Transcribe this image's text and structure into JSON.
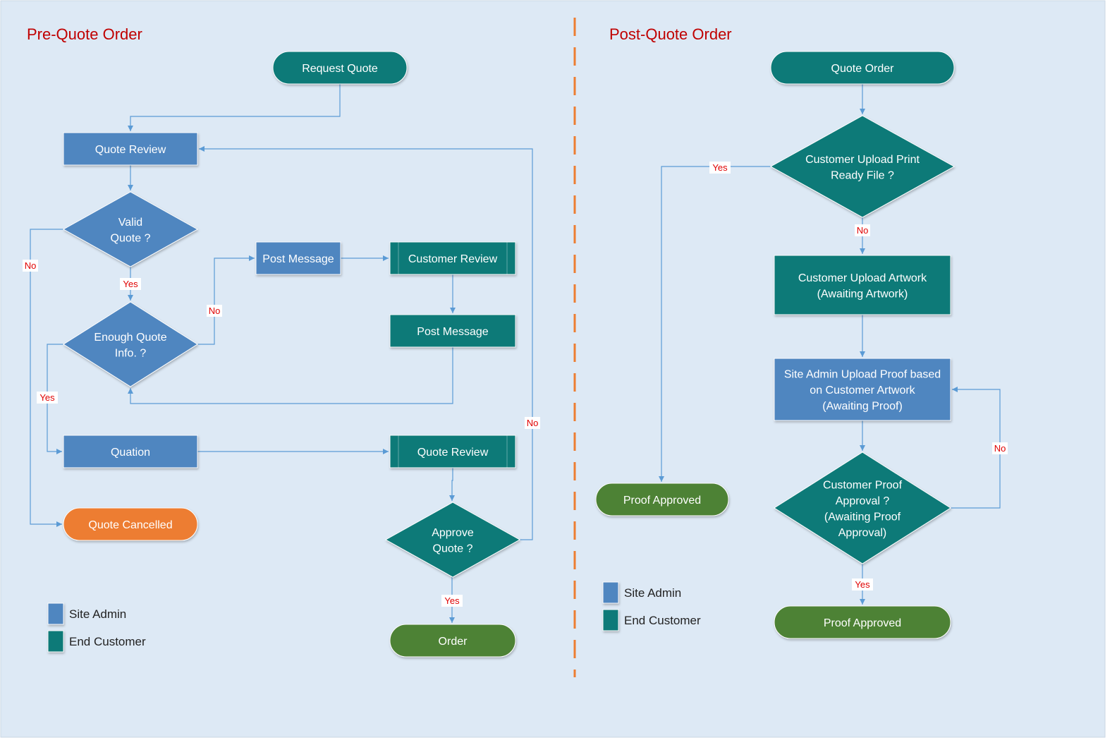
{
  "colors": {
    "background": "#dde9f5",
    "site_admin": "#4f86c0",
    "end_customer": "#0d7a78",
    "cancelled": "#ed7d31",
    "approved": "#4e8236",
    "edge": "#5b9bd5",
    "title": "#c00000",
    "label": "#e00000",
    "divider": "#ed7d31"
  },
  "sections": {
    "pre": {
      "title": "Pre-Quote Order"
    },
    "post": {
      "title": "Post-Quote Order"
    }
  },
  "nodes": {
    "request_quote": {
      "label": "Request Quote",
      "lines": [
        "Request Quote"
      ],
      "shape": "terminator",
      "role": "end_customer"
    },
    "quote_review_admin": {
      "label": "Quote Review",
      "lines": [
        "Quote Review"
      ],
      "shape": "process",
      "role": "site_admin"
    },
    "valid_quote": {
      "label": "Valid Quote ?",
      "lines": [
        "Valid",
        "Quote ?"
      ],
      "shape": "decision",
      "role": "site_admin"
    },
    "enough_info": {
      "label": "Enough Quote Info. ?",
      "lines": [
        "Enough Quote",
        "Info. ?"
      ],
      "shape": "decision",
      "role": "site_admin"
    },
    "post_message_admin": {
      "label": "Post Message",
      "lines": [
        "Post Message"
      ],
      "shape": "process",
      "role": "site_admin"
    },
    "customer_review": {
      "label": "Customer Review",
      "lines": [
        "Customer Review"
      ],
      "shape": "subprocess",
      "role": "end_customer"
    },
    "post_message_customer": {
      "label": "Post Message",
      "lines": [
        "Post Message"
      ],
      "shape": "process",
      "role": "end_customer"
    },
    "quotation": {
      "label": "Quation",
      "lines": [
        "Quation"
      ],
      "shape": "process",
      "role": "site_admin"
    },
    "quote_review_customer": {
      "label": "Quote Review",
      "lines": [
        "Quote Review"
      ],
      "shape": "subprocess",
      "role": "end_customer"
    },
    "approve_quote": {
      "label": "Approve Quote ?",
      "lines": [
        "Approve",
        "Quote ?"
      ],
      "shape": "decision",
      "role": "end_customer"
    },
    "quote_cancelled": {
      "label": "Quote Cancelled",
      "lines": [
        "Quote Cancelled"
      ],
      "shape": "terminator",
      "role": "cancelled"
    },
    "order": {
      "label": "Order",
      "lines": [
        "Order"
      ],
      "shape": "terminator",
      "role": "approved"
    },
    "quote_order": {
      "label": "Quote Order",
      "lines": [
        "Quote Order"
      ],
      "shape": "terminator",
      "role": "end_customer"
    },
    "upload_print_ready": {
      "label": "Customer Upload Print Ready File ?",
      "lines": [
        "Customer Upload Print",
        "Ready File ?"
      ],
      "shape": "decision",
      "role": "end_customer"
    },
    "upload_artwork": {
      "label": "Customer Upload Artwork (Awaiting Artwork)",
      "lines": [
        "Customer Upload Artwork",
        "(Awaiting Artwork)"
      ],
      "shape": "process",
      "role": "end_customer"
    },
    "upload_proof": {
      "label": "Site Admin Upload Proof based on Customer Artwork (Awaiting Proof)",
      "lines": [
        "Site Admin Upload Proof based",
        "on Customer Artwork",
        "(Awaiting Proof)"
      ],
      "shape": "process",
      "role": "site_admin"
    },
    "proof_approval": {
      "label": "Customer Proof Approval ? (Awaiting Proof Approval)",
      "lines": [
        "Customer Proof",
        "Approval ?",
        "(Awaiting Proof",
        "Approval)"
      ],
      "shape": "decision",
      "role": "end_customer"
    },
    "proof_approved_left": {
      "label": "Proof Approved",
      "lines": [
        "Proof Approved"
      ],
      "shape": "terminator",
      "role": "approved"
    },
    "proof_approved_right": {
      "label": "Proof Approved",
      "lines": [
        "Proof Approved"
      ],
      "shape": "terminator",
      "role": "approved"
    }
  },
  "edges": [
    {
      "from": "request_quote",
      "to": "quote_review_admin",
      "label": ""
    },
    {
      "from": "quote_review_admin",
      "to": "valid_quote",
      "label": ""
    },
    {
      "from": "valid_quote",
      "to": "enough_info",
      "label": "Yes"
    },
    {
      "from": "valid_quote",
      "to": "quote_cancelled",
      "label": "No"
    },
    {
      "from": "enough_info",
      "to": "post_message_admin",
      "label": "No"
    },
    {
      "from": "enough_info",
      "to": "quotation",
      "label": "Yes"
    },
    {
      "from": "post_message_admin",
      "to": "customer_review",
      "label": ""
    },
    {
      "from": "customer_review",
      "to": "post_message_customer",
      "label": ""
    },
    {
      "from": "post_message_customer",
      "to": "enough_info",
      "label": ""
    },
    {
      "from": "quotation",
      "to": "quote_review_customer",
      "label": ""
    },
    {
      "from": "quote_review_customer",
      "to": "approve_quote",
      "label": ""
    },
    {
      "from": "approve_quote",
      "to": "order",
      "label": "Yes"
    },
    {
      "from": "approve_quote",
      "to": "quote_review_admin",
      "label": "No"
    },
    {
      "from": "quote_order",
      "to": "upload_print_ready",
      "label": ""
    },
    {
      "from": "upload_print_ready",
      "to": "proof_approved_left",
      "label": "Yes"
    },
    {
      "from": "upload_print_ready",
      "to": "upload_artwork",
      "label": "No"
    },
    {
      "from": "upload_artwork",
      "to": "upload_proof",
      "label": ""
    },
    {
      "from": "upload_proof",
      "to": "proof_approval",
      "label": ""
    },
    {
      "from": "proof_approval",
      "to": "upload_proof",
      "label": "No"
    },
    {
      "from": "proof_approval",
      "to": "proof_approved_right",
      "label": "Yes"
    }
  ],
  "legend": [
    {
      "label": "Site Admin",
      "role": "site_admin"
    },
    {
      "label": "End Customer",
      "role": "end_customer"
    }
  ]
}
